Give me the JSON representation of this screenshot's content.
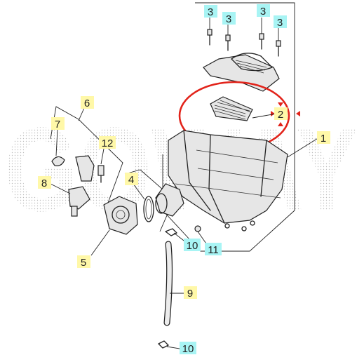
{
  "diagram": {
    "watermark_text": "GOWAY",
    "highlight_color": "#e2231a",
    "label_box_yellow": "#fff8a8",
    "label_box_cyan": "#a8f4f4",
    "callouts": [
      {
        "id": "c3a",
        "label": "3",
        "style": "cyan"
      },
      {
        "id": "c3b",
        "label": "3",
        "style": "cyan"
      },
      {
        "id": "c3c",
        "label": "3",
        "style": "cyan"
      },
      {
        "id": "c3d",
        "label": "3",
        "style": "cyan"
      },
      {
        "id": "c2",
        "label": "2",
        "style": "yellow"
      },
      {
        "id": "c1",
        "label": "1",
        "style": "yellow"
      },
      {
        "id": "c6",
        "label": "6",
        "style": "yellow"
      },
      {
        "id": "c7",
        "label": "7",
        "style": "yellow"
      },
      {
        "id": "c12",
        "label": "12",
        "style": "yellow"
      },
      {
        "id": "c8",
        "label": "8",
        "style": "yellow"
      },
      {
        "id": "c4",
        "label": "4",
        "style": "yellow"
      },
      {
        "id": "c5",
        "label": "5",
        "style": "yellow"
      },
      {
        "id": "c10a",
        "label": "10",
        "style": "cyan"
      },
      {
        "id": "c11",
        "label": "11",
        "style": "cyan"
      },
      {
        "id": "c9",
        "label": "9",
        "style": "yellow"
      },
      {
        "id": "c10b",
        "label": "10",
        "style": "cyan"
      }
    ]
  }
}
